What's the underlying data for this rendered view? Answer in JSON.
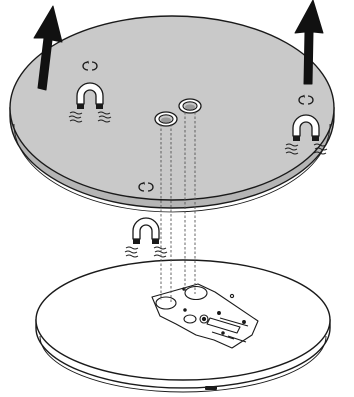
{
  "diagram": {
    "type": "assembly-illustration",
    "colors": {
      "background": "#ffffff",
      "top_plate_fill": "#c9c9c9",
      "bottom_plate_fill": "#ffffff",
      "stroke": "#1a1a1a",
      "hidden_line": "#555555"
    },
    "icons": [
      "lift-arrow-left-icon",
      "lift-arrow-right-icon",
      "magnet-icon",
      "rotation-mark-icon",
      "screw-hole-icon",
      "alignment-guide-line"
    ],
    "magnet_count_top_plate": 2,
    "magnet_count_loose": 1,
    "rotation_mark_count": 3,
    "screw_hole_count": 2
  }
}
